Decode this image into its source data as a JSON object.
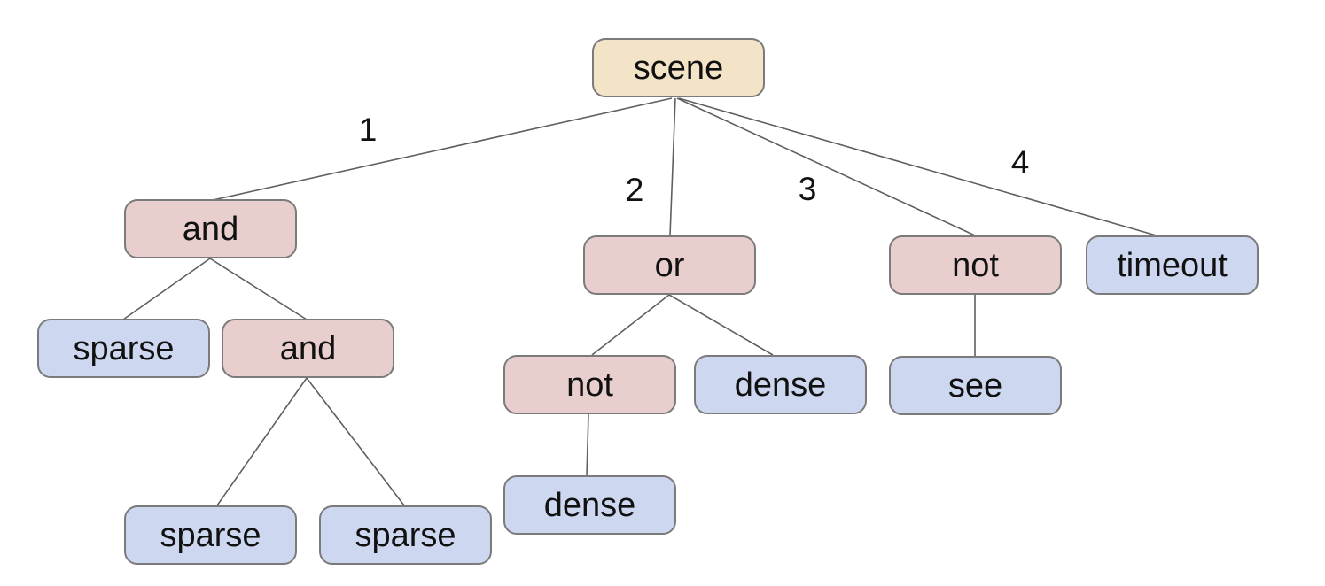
{
  "colors": {
    "root_fill": "#f3e3c7",
    "operator_fill": "#e8cfce",
    "leaf_fill": "#cdd8f0",
    "node_border": "#7b7b7b",
    "edge_stroke": "#5f5f5f"
  },
  "tree": {
    "nodes": {
      "scene": {
        "label": "scene",
        "type": "root"
      },
      "and1": {
        "label": "and",
        "type": "operator"
      },
      "sparse1": {
        "label": "sparse",
        "type": "leaf"
      },
      "and2": {
        "label": "and",
        "type": "operator"
      },
      "sparse2": {
        "label": "sparse",
        "type": "leaf"
      },
      "sparse3": {
        "label": "sparse",
        "type": "leaf"
      },
      "or1": {
        "label": "or",
        "type": "operator"
      },
      "not1": {
        "label": "not",
        "type": "operator"
      },
      "dense1": {
        "label": "dense",
        "type": "leaf"
      },
      "dense2": {
        "label": "dense",
        "type": "leaf"
      },
      "not2": {
        "label": "not",
        "type": "operator"
      },
      "see1": {
        "label": "see",
        "type": "leaf"
      },
      "timeout1": {
        "label": "timeout",
        "type": "leaf"
      }
    },
    "edges": [
      {
        "from": "scene",
        "to": "and1",
        "label": "1"
      },
      {
        "from": "scene",
        "to": "or1",
        "label": "2"
      },
      {
        "from": "scene",
        "to": "not2",
        "label": "3"
      },
      {
        "from": "scene",
        "to": "timeout1",
        "label": "4"
      },
      {
        "from": "and1",
        "to": "sparse1"
      },
      {
        "from": "and1",
        "to": "and2"
      },
      {
        "from": "and2",
        "to": "sparse2"
      },
      {
        "from": "and2",
        "to": "sparse3"
      },
      {
        "from": "or1",
        "to": "not1"
      },
      {
        "from": "or1",
        "to": "dense1"
      },
      {
        "from": "not1",
        "to": "dense2"
      },
      {
        "from": "not2",
        "to": "see1"
      }
    ]
  }
}
